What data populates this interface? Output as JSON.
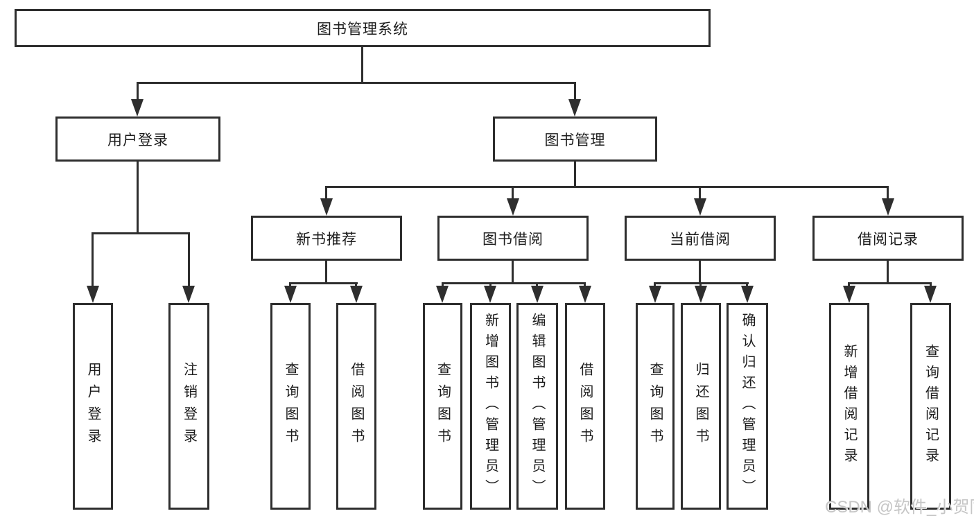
{
  "diagram": {
    "title": "图书管理系统",
    "level2": [
      {
        "label": "用户登录"
      },
      {
        "label": "图书管理"
      }
    ],
    "level3": [
      {
        "label": "新书推荐"
      },
      {
        "label": "图书借阅"
      },
      {
        "label": "当前借阅"
      },
      {
        "label": "借阅记录"
      }
    ],
    "leaves": {
      "user_login": [
        {
          "label": "用户登录"
        },
        {
          "label": "注销登录"
        }
      ],
      "new_book_recommend": [
        {
          "label": "查询图书"
        },
        {
          "label": "借阅图书"
        }
      ],
      "book_borrowing": [
        {
          "label": "查询图书"
        },
        {
          "label": "新增图书（管理员）"
        },
        {
          "label": "编辑图书（管理员）"
        },
        {
          "label": "借阅图书"
        }
      ],
      "current_borrowing": [
        {
          "label": "查询图书"
        },
        {
          "label": "归还图书"
        },
        {
          "label": "确认归还（管理员）"
        }
      ],
      "borrowing_records": [
        {
          "label": "新增借阅记录"
        },
        {
          "label": "查询借阅记录"
        }
      ]
    }
  },
  "watermark": {
    "text": "CSDN @软件_小贺同学",
    "color": "#c6c6c6"
  },
  "colors": {
    "line": "#2e2e2e",
    "border": "#2e2e2e",
    "text": "#1c1c1c",
    "background": "#ffffff"
  }
}
